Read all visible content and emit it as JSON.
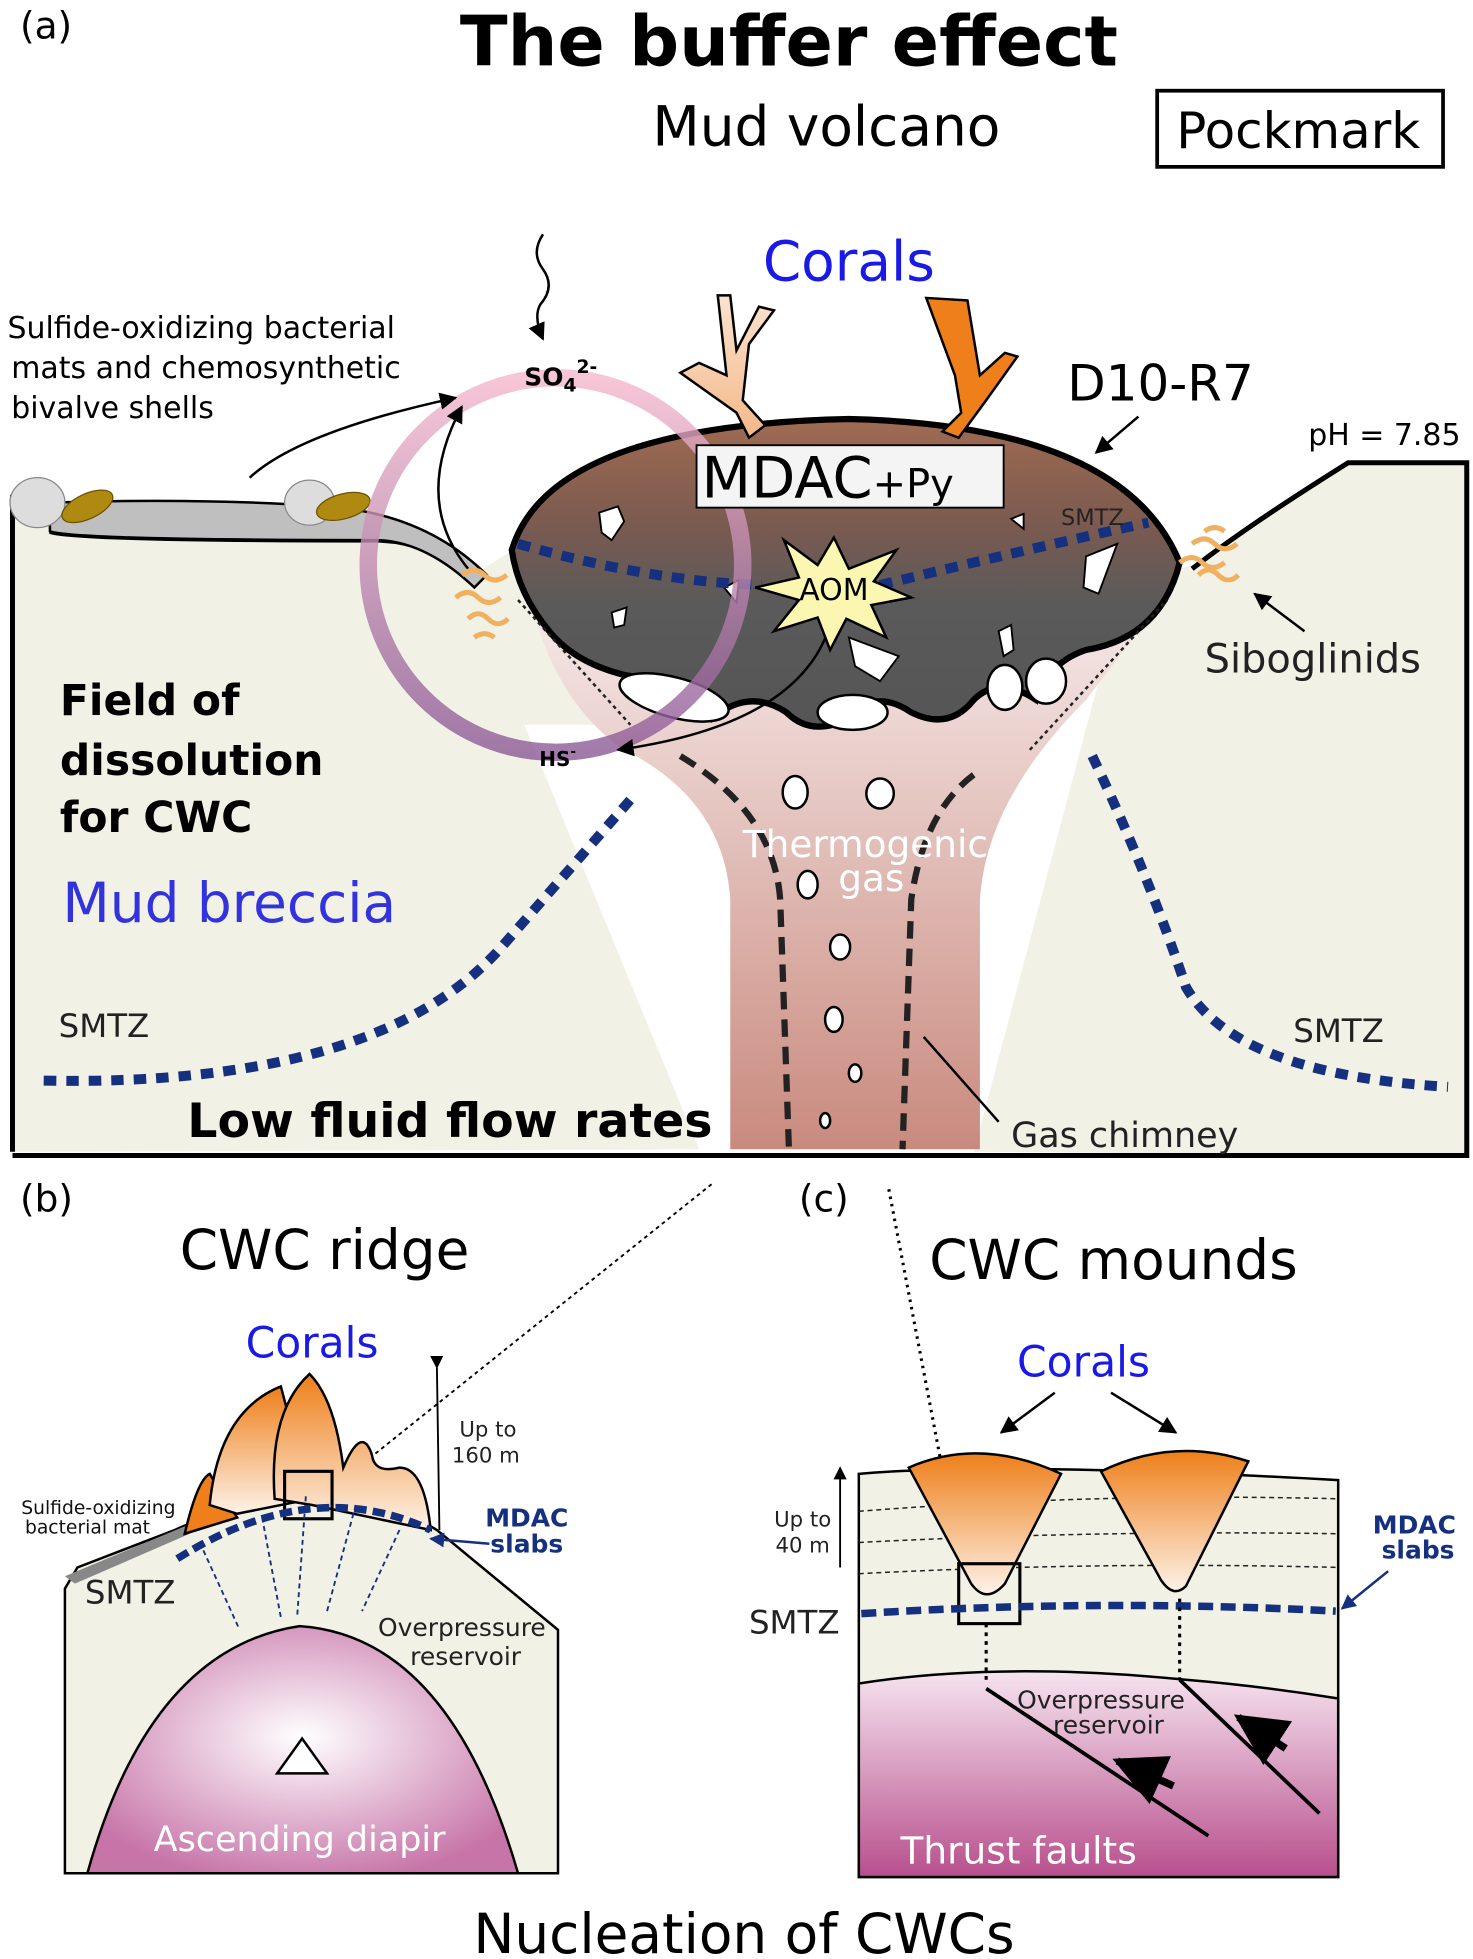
{
  "panel_a": {
    "label": "(a)",
    "title": "The buffer effect",
    "subtitle": "Mud volcano",
    "pockmark": "Pockmark",
    "corals": "Corals",
    "bacteria_label": [
      "Sulfide-oxidizing bacterial",
      "mats and chemosynthetic",
      "bivalve shells"
    ],
    "so4": {
      "base": "SO",
      "sub": "4",
      "sup": "2-"
    },
    "hs": {
      "base": "HS",
      "sup": "-"
    },
    "mdac": {
      "main": "MDAC",
      "suffix": "+Py"
    },
    "d10": "D10-R7",
    "ph": "pH = 7.85",
    "smtz_inner": "SMTZ",
    "aom": "AOM",
    "siboglinids": "Siboglinids",
    "field": [
      "Field of",
      "dissolution",
      "for CWC"
    ],
    "mud_breccia": "Mud breccia",
    "thermogenic": [
      "Thermogenic",
      "gas"
    ],
    "smtz_left": "SMTZ",
    "smtz_right": "SMTZ",
    "low_flow": "Low fluid flow rates",
    "gas_chimney": "Gas chimney"
  },
  "panel_b": {
    "label": "(b)",
    "title": "CWC ridge",
    "corals": "Corals",
    "height": [
      "Up to",
      "160 m"
    ],
    "bacterial_mat": [
      "Sulfide-oxidizing",
      "bacterial mat"
    ],
    "mdac_slabs": [
      "MDAC",
      "slabs"
    ],
    "smtz": "SMTZ",
    "overpressure": [
      "Overpressure",
      "reservoir"
    ],
    "diapir": "Ascending diapir"
  },
  "panel_c": {
    "label": "(c)",
    "title": "CWC mounds",
    "corals": "Corals",
    "height": [
      "Up to",
      "40 m"
    ],
    "mdac_slabs": [
      "MDAC",
      "slabs"
    ],
    "smtz": "SMTZ",
    "overpressure": [
      "Overpressure",
      "reservoir"
    ],
    "thrust": "Thrust faults"
  },
  "footer": "Nucleation of CWCs",
  "colors": {
    "coral_blue": "#1a1ae6",
    "smtz_blue": "#15307f",
    "sediment": "#f2f1e6",
    "coral_orange": "#ee7f1a",
    "diapir_pink": "#c774a8"
  }
}
